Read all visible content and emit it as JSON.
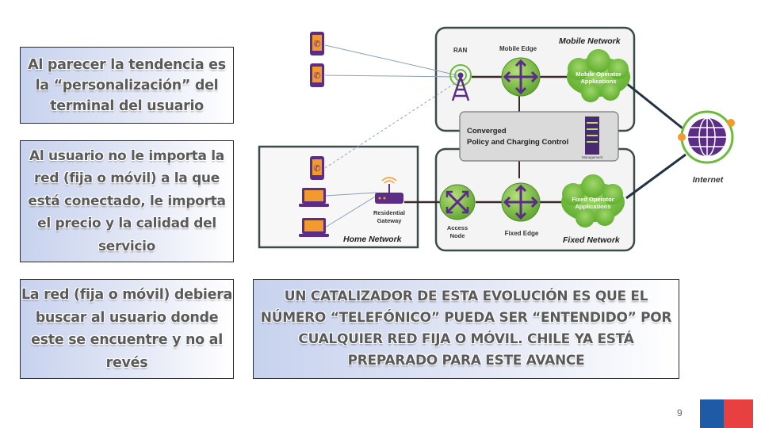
{
  "callouts": {
    "c1": "Al parecer la tendencia es la “personalización” del terminal del usuario",
    "c2": "Al usuario no le importa la red (fija o móvil) a la que está conectado, le importa el precio y la calidad del servicio",
    "c3": "La red (fija o móvil) debiera buscar al usuario donde este se encuentre y no al revés",
    "c4": "UN CATALIZADOR DE ESTA EVOLUCIÓN ES QUE EL NÚMERO “TELEFÓNICO” PUEDA SER “ENTENDIDO” POR CUALQUIER RED FIJA O MÓVIL. CHILE YA ESTÁ PREPARADO PARA ESTE AVANCE"
  },
  "diagram": {
    "mobile_network": "Mobile Network",
    "ran": "RAN",
    "mobile_edge": "Mobile Edge",
    "mobile_apps_line1": "Mobile Operator",
    "mobile_apps_line2": "Applications",
    "pcc_line1": "Converged",
    "pcc_line2": "Policy and Charging Control",
    "management": "Management",
    "internet": "Internet",
    "home_network": "Home Network",
    "gateway_line1": "Residential",
    "gateway_line2": "Gateway",
    "access_node_line1": "Access",
    "access_node_line2": "Node",
    "fixed_edge": "Fixed Edge",
    "fixed_apps_line1": "Fixed Operator",
    "fixed_apps_line2": "Applications",
    "fixed_network": "Fixed Network"
  },
  "page_number": "9",
  "colors": {
    "purple": "#5b2d86",
    "green": "#6dbb3c",
    "orange": "#f29a2e",
    "flag_blue": "#1f5aa6",
    "flag_red": "#e84040"
  }
}
